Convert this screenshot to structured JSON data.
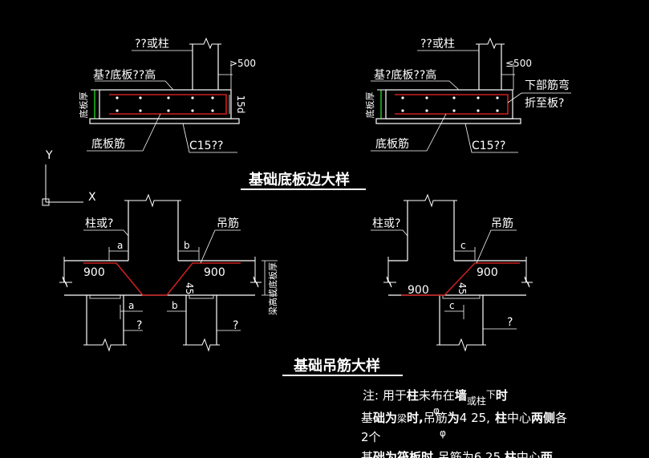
{
  "titles": {
    "slab_edge": "基础底板边大样",
    "hanger": "基础吊筋大样"
  },
  "left_detail": {
    "wall_or_col": "??或柱",
    "dim_limit": ">500",
    "base_height": "基?底板??高",
    "slab_thick_vert": "底板厚",
    "bottom_bar": "底板筋",
    "concrete": "C15??",
    "hook_15d": "15d"
  },
  "right_detail": {
    "wall_or_col": "??或柱",
    "dim_limit": "≤500",
    "base_height": "基?底板??高",
    "slab_thick_vert": "底板厚",
    "bottom_bar": "底板筋",
    "concrete": "C15??",
    "bend_note_1": "下部筋弯",
    "bend_note_2": "折至板?"
  },
  "ucs": {
    "y": "Y",
    "x": "X"
  },
  "hanger_left": {
    "col": "柱或?",
    "hanger_bar": "吊筋",
    "dim_a_top": "a",
    "dim_b_top": "b",
    "len_left": "900",
    "len_right": "900",
    "dim_a_bot": "a",
    "dim_b_bot": "b",
    "angle": "45",
    "q1": "?",
    "q2": "?",
    "side_vert": "梁高或底板厚"
  },
  "hanger_right": {
    "col": "柱或?",
    "hanger_bar": "吊筋",
    "dim_c_top": "c",
    "len_left": "900",
    "len_right": "900",
    "dim_c_bot": "c",
    "angle": "45",
    "q1": "?"
  },
  "notes": {
    "line1a": "注:  用于",
    "line1b": "柱",
    "line1c": "未布在",
    "line1d": "墙",
    "line1e": "或柱",
    "line1f": "下",
    "line1g": "时",
    "line2a": "基",
    "line2b": "础为",
    "line2c": "梁",
    "line2d": "时,",
    "line2e": "吊筋",
    "line2f": "为",
    "line2g": "4  25,",
    "line2h": "柱",
    "line2i": "中心",
    "line2j": "两侧",
    "line2k": "各",
    "line3": "2个",
    "line4a": "基",
    "line4b": "础为筏板时,",
    "line4c": "吊筋为6  25,",
    "line4d": "柱",
    "line4e": "中心",
    "line4f": "两",
    "phi1": "φ",
    "phi2": "φ"
  },
  "colors": {
    "background": "#000000",
    "line": "#ffffff",
    "rebar": "#cc1f1f",
    "accent": "#22cc22"
  }
}
